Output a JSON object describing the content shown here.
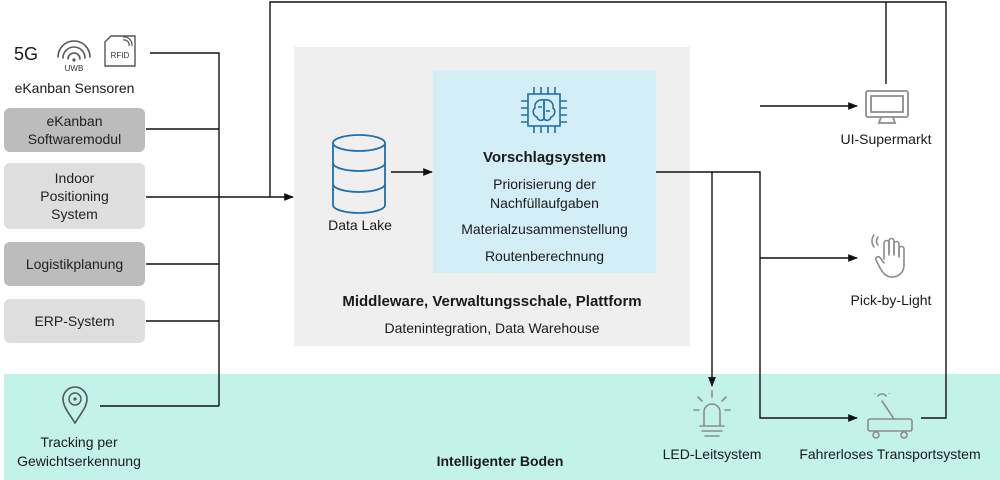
{
  "sources": {
    "tech_5g": "5G",
    "tech_uwb": "UWB",
    "tech_rfid": "RFID",
    "ekanban_sensors": "eKanban Sensoren",
    "ekanban_module": "eKanban\nSoftwaremodul",
    "indoor_positioning": "Indoor\nPositioning\nSystem",
    "logistikplanung": "Logistikplanung",
    "erp": "ERP-System",
    "tracking": "Tracking per\nGewichtserkennung"
  },
  "middleware": {
    "title": "Middleware, Verwaltungsschale, Plattform",
    "subtitle": "Datenintegration, Data Warehouse",
    "data_lake": "Data Lake"
  },
  "vorschlagsystem": {
    "title": "Vorschlagsystem",
    "item1": "Priorisierung der\nNachfüllaufgaben",
    "item2": "Materialzusammenstellung",
    "item3": "Routenberechnung"
  },
  "outputs": {
    "ui_supermarkt": "UI-Supermarkt",
    "pick_by_light": "Pick-by-Light",
    "led_leitsystem": "LED-Leitsystem",
    "fts": "Fahrerloses Transportsystem"
  },
  "floor_label": "Intelligenter Boden",
  "colors": {
    "floor": "#c3f2e9",
    "middleware": "#efefef",
    "vorschlag": "#d4eef8",
    "icon_blue": "#1c6fb0",
    "icon_gray": "#8c8c8c"
  }
}
